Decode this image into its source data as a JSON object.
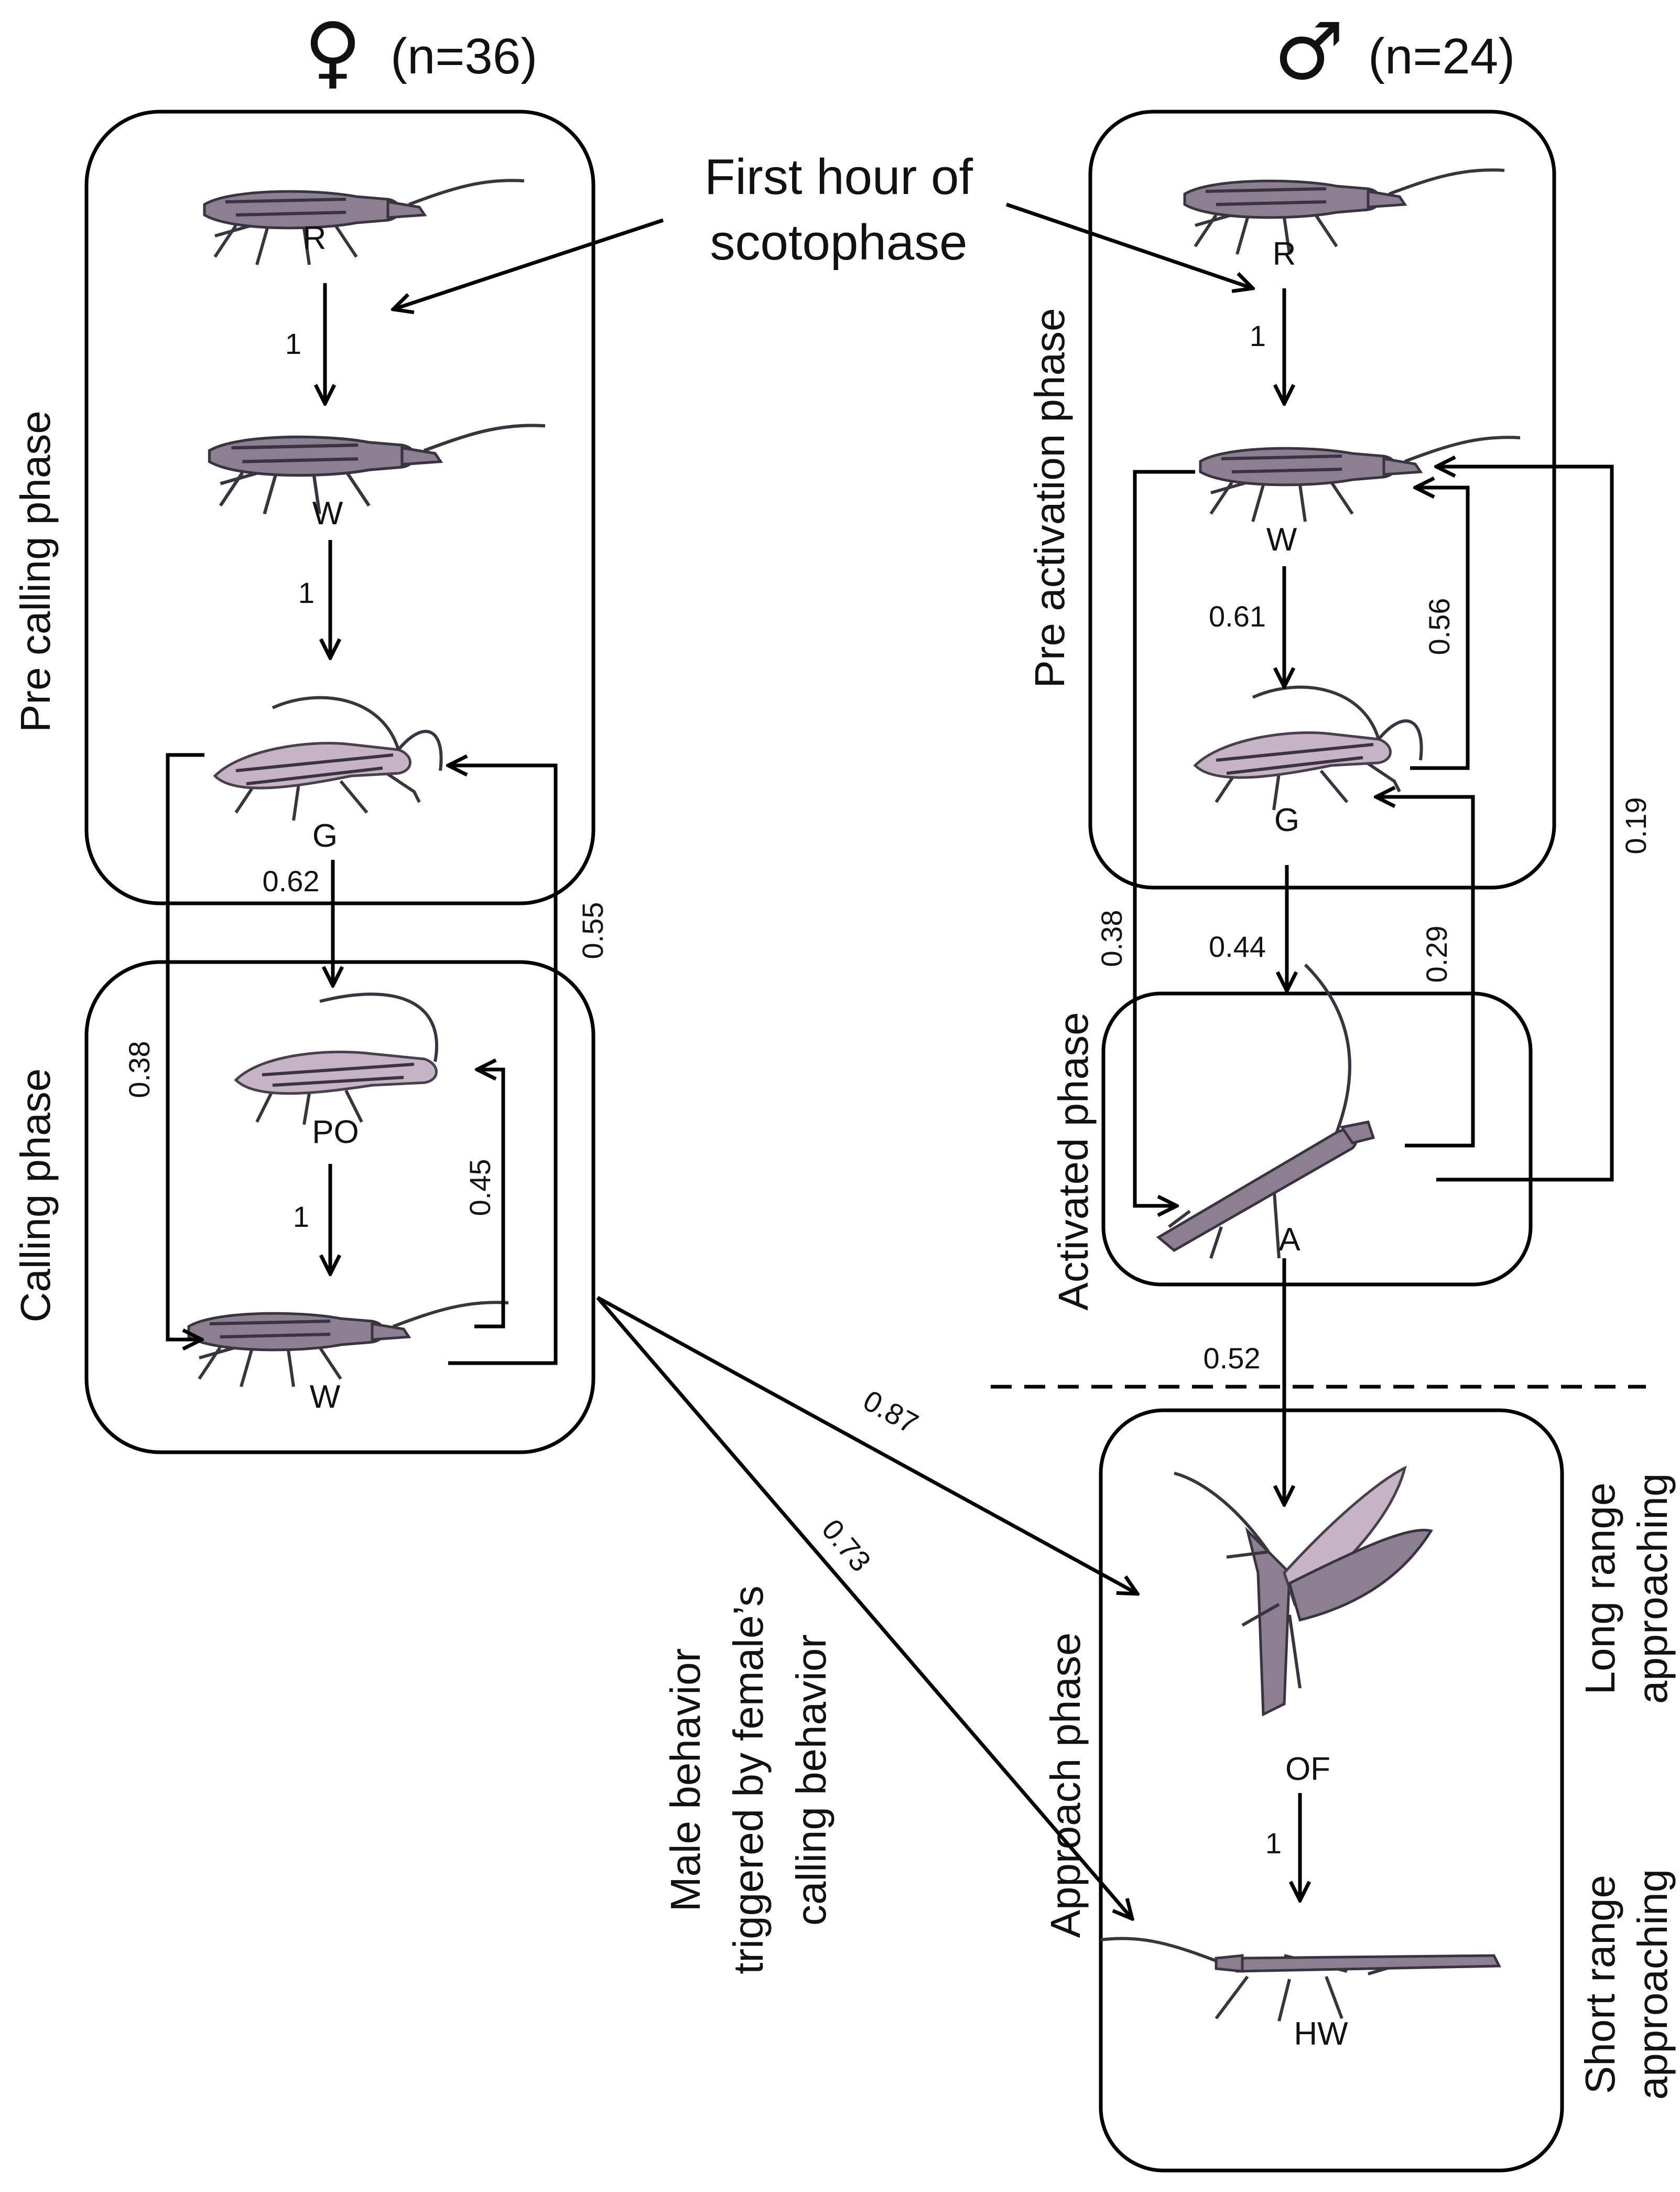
{
  "female": {
    "symbol": "♀",
    "n": "(n=36)"
  },
  "male": {
    "symbol": "♂",
    "n": "(n=24)"
  },
  "phases": {
    "pre_calling": "Pre calling phase",
    "calling": "Calling phase",
    "pre_activation": "Pre activation phase",
    "activated": "Activated phase",
    "approach": "Approach phase"
  },
  "annotations": {
    "first_hour_line1": "First hour of",
    "first_hour_line2": "scotophase",
    "male_trigger_line1": "Male behavior",
    "male_trigger_line2": "triggered by female’s",
    "male_trigger_line3": "calling behavior",
    "long_range_line1": "Long range",
    "long_range_line2": "approaching",
    "short_range_line1": "Short range",
    "short_range_line2": "approaching"
  },
  "states": {
    "f_R": "R",
    "f_W1": "W",
    "f_G": "G",
    "f_PO": "PO",
    "f_W2": "W",
    "m_R": "R",
    "m_W": "W",
    "m_G": "G",
    "m_A": "A",
    "m_OF": "OF",
    "m_HW": "HW"
  },
  "transitions": {
    "f_R_W": "1",
    "f_W_G": "1",
    "f_G_PO": "0.62",
    "f_G_W2": "0.38",
    "f_PO_W2": "1",
    "f_W2_PO": "0.45",
    "f_W2_G": "0.55",
    "m_R_W": "1",
    "m_W_G": "0.61",
    "m_G_W": "0.56",
    "m_G_A": "0.44",
    "m_W_A": "0.38",
    "m_A_G": "0.29",
    "m_A_W": "0.19",
    "m_A_OF": "0.52",
    "f_to_OF": "0.87",
    "f_to_HW": "0.73",
    "m_OF_HW": "1"
  }
}
